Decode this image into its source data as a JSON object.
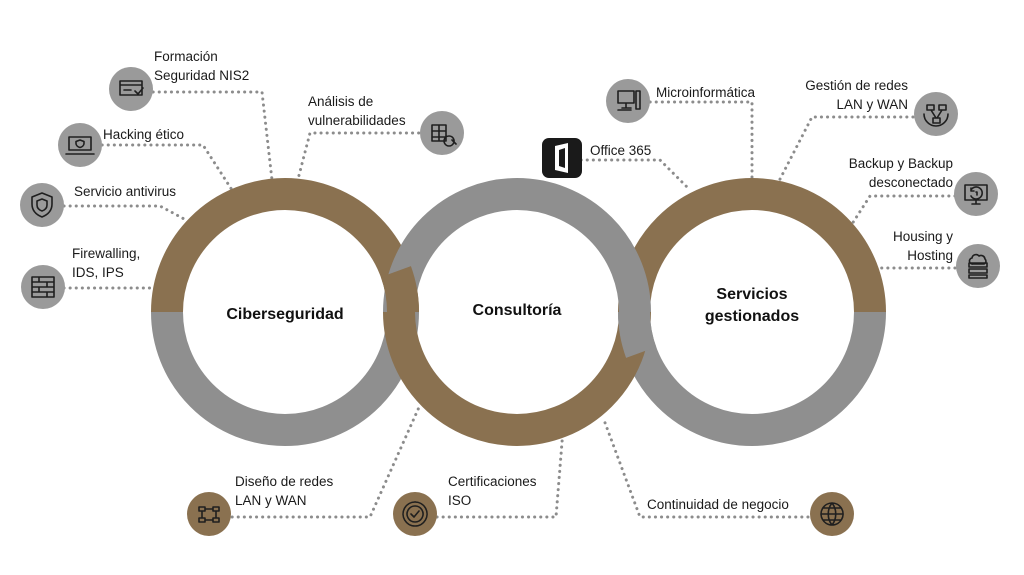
{
  "colors": {
    "gray": "#8f8f8f",
    "brown": "#8a7150",
    "dots": "#8c8c8c",
    "icon_gray": "#9a9a9a",
    "icon_brown": "#8a7150",
    "icon_black": "#1a1a1a"
  },
  "circles": {
    "left": "Ciberseguridad",
    "middle": "Consultoría",
    "right": "Servicios\ngestionados"
  },
  "services": [
    {
      "id": "formacion",
      "label": "Formación\nSeguridad NIS2",
      "icon": "certificate-shield-icon"
    },
    {
      "id": "analisis",
      "label": "Análisis de\nvulnerabilidades",
      "icon": "vulnerability-scan-icon"
    },
    {
      "id": "hacking",
      "label": "Hacking ético",
      "icon": "laptop-shield-icon"
    },
    {
      "id": "antivirus",
      "label": "Servicio antivirus",
      "icon": "shield-icon"
    },
    {
      "id": "firewall",
      "label": "Firewalling,\nIDS, IPS",
      "icon": "firewall-icon"
    },
    {
      "id": "diseno",
      "label": "Diseño de redes\nLAN y WAN",
      "icon": "network-icon"
    },
    {
      "id": "certificaciones",
      "label": "Certificaciones\nISO",
      "icon": "certification-badge-icon"
    },
    {
      "id": "continuidad",
      "label": "Continuidad de negocio",
      "icon": "business-continuity-icon"
    },
    {
      "id": "office",
      "label": "Office 365",
      "icon": "office-365-icon"
    },
    {
      "id": "micro",
      "label": "Microinformática",
      "icon": "computer-icon"
    },
    {
      "id": "redes",
      "label": "Gestión de redes\nLAN y WAN",
      "icon": "network-management-icon"
    },
    {
      "id": "backup",
      "label": "Backup y Backup\ndesconectado",
      "icon": "backup-icon"
    },
    {
      "id": "housing",
      "label": "Housing y\nHosting",
      "icon": "server-cloud-icon"
    }
  ]
}
